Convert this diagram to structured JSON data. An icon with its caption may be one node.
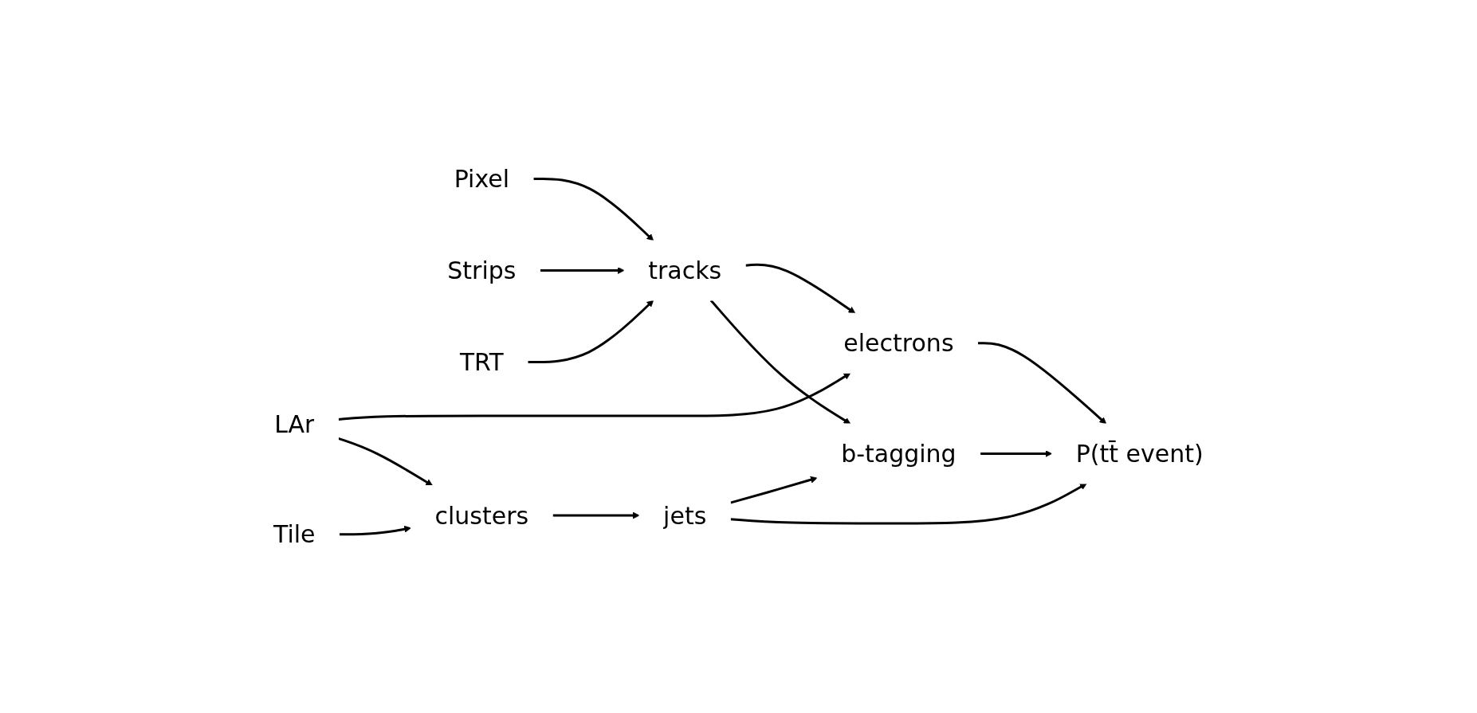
{
  "diagram": {
    "nodes": [
      {
        "text": [
          "Pixel"
        ]
      },
      {
        "text": [
          "Strips"
        ]
      },
      {
        "text": [
          "TRT"
        ]
      },
      {
        "text": [
          "LAr"
        ]
      },
      {
        "text": [
          "Tile"
        ]
      },
      {
        "text": [
          "tracks"
        ]
      },
      {
        "text": [
          "clusters"
        ]
      },
      {
        "text": [
          "electrons"
        ]
      },
      {
        "text": [
          "jets"
        ]
      },
      {
        "text": [
          "b-tagging"
        ]
      },
      {
        "text": [
          "P(tt̄ event)"
        ]
      }
    ],
    "edges": [
      {
        "from": 0,
        "to": 5,
        "arrow": "to"
      },
      {
        "from": 1,
        "to": 5,
        "arrow": "to"
      },
      {
        "from": 2,
        "to": 5,
        "arrow": "to"
      },
      {
        "from": 5,
        "to": 7,
        "arrow": "to"
      },
      {
        "from": 5,
        "to": 9,
        "arrow": "to"
      },
      {
        "from": 3,
        "to": 7,
        "arrow": "to"
      },
      {
        "from": 3,
        "to": 6,
        "arrow": "to"
      },
      {
        "from": 4,
        "to": 6,
        "arrow": "to"
      },
      {
        "from": 6,
        "to": 8,
        "arrow": "to"
      },
      {
        "from": 8,
        "to": 9,
        "arrow": "to"
      },
      {
        "from": 7,
        "to": 10,
        "arrow": "to"
      },
      {
        "from": 8,
        "to": 10,
        "arrow": "to"
      },
      {
        "from": 9,
        "to": 10,
        "arrow": "to"
      }
    ]
  }
}
